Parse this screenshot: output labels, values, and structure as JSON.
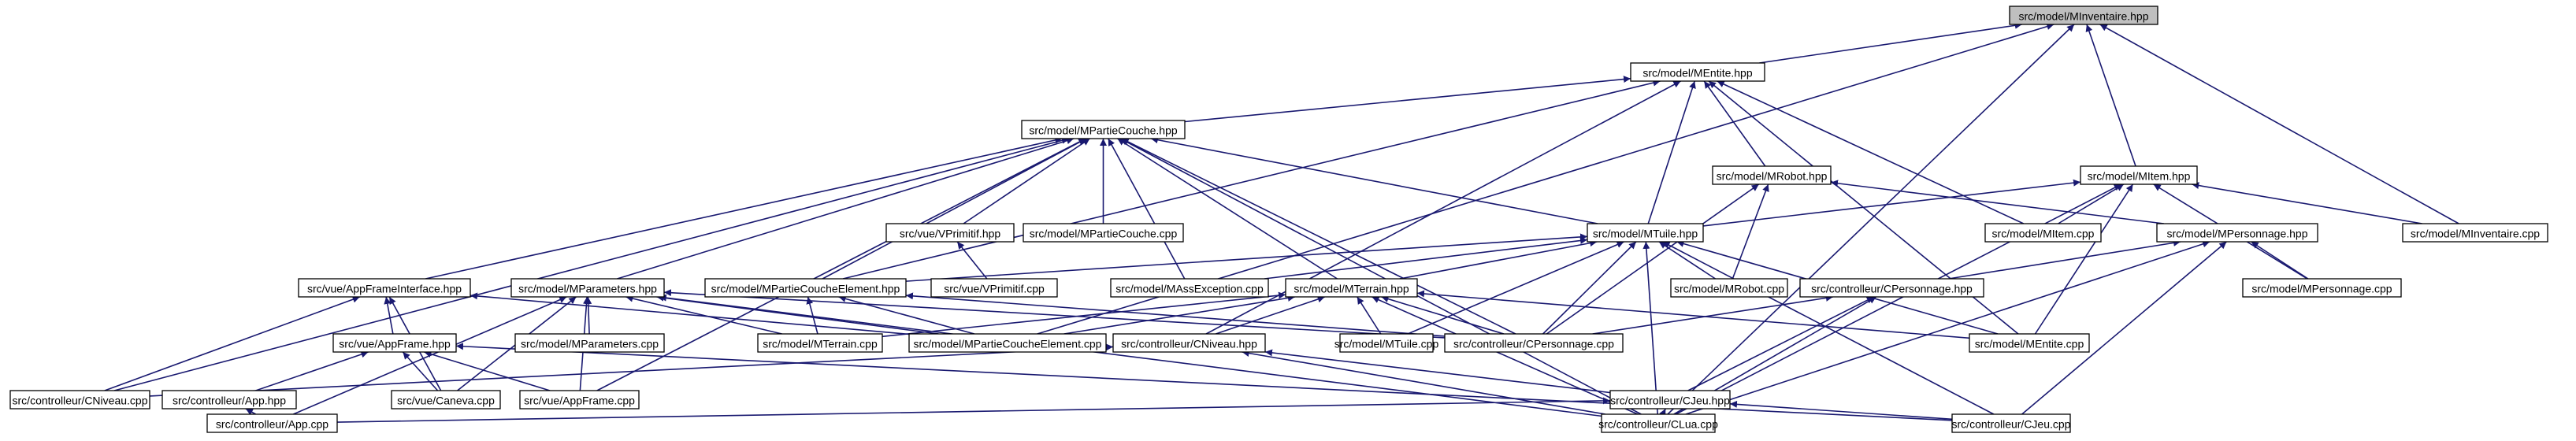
{
  "graph": {
    "focus_node": "n_minventaire_hpp",
    "edge_color": "#191970",
    "focus_fill": "#bfbfbf",
    "nodes": [
      {
        "id": "n_minventaire_hpp",
        "label": "src/model/MInventaire.hpp"
      },
      {
        "id": "n_mentite_hpp",
        "label": "src/model/MEntite.hpp"
      },
      {
        "id": "n_mitem_hpp",
        "label": "src/model/MItem.hpp"
      },
      {
        "id": "n_mpartiecouche_hpp",
        "label": "src/model/MPartieCouche.hpp"
      },
      {
        "id": "n_mrobot_hpp",
        "label": "src/model/MRobot.hpp"
      },
      {
        "id": "n_vprimitif_hpp",
        "label": "src/vue/VPrimitif.hpp"
      },
      {
        "id": "n_mpartiecouche_cpp",
        "label": "src/model/MPartieCouche.cpp"
      },
      {
        "id": "n_mtuile_hpp",
        "label": "src/model/MTuile.hpp"
      },
      {
        "id": "n_mitem_cpp",
        "label": "src/model/MItem.cpp"
      },
      {
        "id": "n_mpersonnage_hpp",
        "label": "src/model/MPersonnage.hpp"
      },
      {
        "id": "n_minventaire_cpp",
        "label": "src/model/MInventaire.cpp"
      },
      {
        "id": "n_appframeinterface_hpp",
        "label": "src/vue/AppFrameInterface.hpp"
      },
      {
        "id": "n_mparameters_hpp",
        "label": "src/model/MParameters.hpp"
      },
      {
        "id": "n_mpartiecoucheelement_hpp",
        "label": "src/model/MPartieCoucheElement.hpp"
      },
      {
        "id": "n_vprimitif_cpp",
        "label": "src/vue/VPrimitif.cpp"
      },
      {
        "id": "n_massexception_cpp",
        "label": "src/model/MAssException.cpp"
      },
      {
        "id": "n_mterrain_hpp",
        "label": "src/model/MTerrain.hpp"
      },
      {
        "id": "n_mrobot_cpp",
        "label": "src/model/MRobot.cpp"
      },
      {
        "id": "n_cpersonnage_hpp",
        "label": "src/controlleur/CPersonnage.hpp"
      },
      {
        "id": "n_mpersonnage_cpp",
        "label": "src/model/MPersonnage.cpp"
      },
      {
        "id": "n_appframe_hpp",
        "label": "src/vue/AppFrame.hpp"
      },
      {
        "id": "n_mparameters_cpp",
        "label": "src/model/MParameters.cpp"
      },
      {
        "id": "n_mterrain_cpp",
        "label": "src/model/MTerrain.cpp"
      },
      {
        "id": "n_mpartiecoucheelement_cpp",
        "label": "src/model/MPartieCoucheElement.cpp"
      },
      {
        "id": "n_cniveau_hpp",
        "label": "src/controlleur/CNiveau.hpp"
      },
      {
        "id": "n_mtuile_cpp",
        "label": "src/model/MTuile.cpp"
      },
      {
        "id": "n_cpersonnage_cpp",
        "label": "src/controlleur/CPersonnage.cpp"
      },
      {
        "id": "n_mentite_cpp",
        "label": "src/model/MEntite.cpp"
      },
      {
        "id": "n_cniveau_cpp",
        "label": "src/controlleur/CNiveau.cpp"
      },
      {
        "id": "n_app_hpp",
        "label": "src/controlleur/App.hpp"
      },
      {
        "id": "n_caneva_cpp",
        "label": "src/vue/Caneva.cpp"
      },
      {
        "id": "n_appframe_cpp",
        "label": "src/vue/AppFrame.cpp"
      },
      {
        "id": "n_cjeu_hpp",
        "label": "src/controlleur/CJeu.hpp"
      },
      {
        "id": "n_app_cpp",
        "label": "src/controlleur/App.cpp"
      },
      {
        "id": "n_clua_cpp",
        "label": "src/controlleur/CLua.cpp"
      },
      {
        "id": "n_cjeu_cpp",
        "label": "src/controlleur/CJeu.cpp"
      }
    ],
    "edges": [
      [
        "n_minventaire_hpp",
        "n_mentite_hpp"
      ],
      [
        "n_minventaire_hpp",
        "n_mitem_hpp"
      ],
      [
        "n_minventaire_hpp",
        "n_minventaire_cpp"
      ],
      [
        "n_minventaire_hpp",
        "n_mpartiecoucheelement_cpp"
      ],
      [
        "n_minventaire_hpp",
        "n_clua_cpp"
      ],
      [
        "n_mentite_hpp",
        "n_mpartiecouche_hpp"
      ],
      [
        "n_mentite_hpp",
        "n_mrobot_hpp"
      ],
      [
        "n_mentite_hpp",
        "n_mtuile_hpp"
      ],
      [
        "n_mentite_hpp",
        "n_mitem_cpp"
      ],
      [
        "n_mentite_hpp",
        "n_mentite_cpp"
      ],
      [
        "n_mentite_hpp",
        "n_mpartiecoucheelement_hpp"
      ],
      [
        "n_mentite_hpp",
        "n_cniveau_hpp"
      ],
      [
        "n_mitem_hpp",
        "n_mtuile_hpp"
      ],
      [
        "n_mitem_hpp",
        "n_mitem_cpp"
      ],
      [
        "n_mitem_hpp",
        "n_mpersonnage_cpp"
      ],
      [
        "n_mitem_hpp",
        "n_minventaire_cpp"
      ],
      [
        "n_mitem_hpp",
        "n_mentite_cpp"
      ],
      [
        "n_mitem_hpp",
        "n_clua_cpp"
      ],
      [
        "n_mpartiecouche_hpp",
        "n_appframeinterface_hpp"
      ],
      [
        "n_mpartiecouche_hpp",
        "n_mparameters_hpp"
      ],
      [
        "n_mpartiecouche_hpp",
        "n_mpartiecoucheelement_hpp"
      ],
      [
        "n_mpartiecouche_hpp",
        "n_vprimitif_hpp"
      ],
      [
        "n_mpartiecouche_hpp",
        "n_mpartiecouche_cpp"
      ],
      [
        "n_mpartiecouche_hpp",
        "n_massexception_cpp"
      ],
      [
        "n_mpartiecouche_hpp",
        "n_mtuile_hpp"
      ],
      [
        "n_mpartiecouche_hpp",
        "n_mterrain_hpp"
      ],
      [
        "n_mpartiecouche_hpp",
        "n_cniveau_cpp"
      ],
      [
        "n_mpartiecouche_hpp",
        "n_appframe_cpp"
      ],
      [
        "n_mpartiecouche_hpp",
        "n_cpersonnage_cpp"
      ],
      [
        "n_mpartiecouche_hpp",
        "n_clua_cpp"
      ],
      [
        "n_mrobot_hpp",
        "n_mpersonnage_hpp"
      ],
      [
        "n_mrobot_hpp",
        "n_mrobot_cpp"
      ],
      [
        "n_mrobot_hpp",
        "n_cpersonnage_cpp"
      ],
      [
        "n_vprimitif_hpp",
        "n_vprimitif_cpp"
      ],
      [
        "n_mtuile_hpp",
        "n_mpartiecoucheelement_hpp"
      ],
      [
        "n_mtuile_hpp",
        "n_massexception_cpp"
      ],
      [
        "n_mtuile_hpp",
        "n_mterrain_hpp"
      ],
      [
        "n_mtuile_hpp",
        "n_mrobot_cpp"
      ],
      [
        "n_mtuile_hpp",
        "n_mtuile_cpp"
      ],
      [
        "n_mtuile_hpp",
        "n_cpersonnage_cpp"
      ],
      [
        "n_mtuile_hpp",
        "n_mentite_cpp"
      ],
      [
        "n_mtuile_hpp",
        "n_clua_cpp"
      ],
      [
        "n_mtuile_hpp",
        "n_cjeu_cpp"
      ],
      [
        "n_mpersonnage_hpp",
        "n_cpersonnage_hpp"
      ],
      [
        "n_mpersonnage_hpp",
        "n_mpersonnage_cpp"
      ],
      [
        "n_mpersonnage_hpp",
        "n_clua_cpp"
      ],
      [
        "n_mpersonnage_hpp",
        "n_cjeu_cpp"
      ],
      [
        "n_appframeinterface_hpp",
        "n_appframe_hpp"
      ],
      [
        "n_appframeinterface_hpp",
        "n_cniveau_cpp"
      ],
      [
        "n_appframeinterface_hpp",
        "n_caneva_cpp"
      ],
      [
        "n_appframeinterface_hpp",
        "n_mpartiecoucheelement_cpp"
      ],
      [
        "n_mparameters_hpp",
        "n_mparameters_cpp"
      ],
      [
        "n_mparameters_hpp",
        "n_mterrain_cpp"
      ],
      [
        "n_mparameters_hpp",
        "n_mpartiecoucheelement_cpp"
      ],
      [
        "n_mparameters_hpp",
        "n_appframe_cpp"
      ],
      [
        "n_mparameters_hpp",
        "n_caneva_cpp"
      ],
      [
        "n_mparameters_hpp",
        "n_app_cpp"
      ],
      [
        "n_mparameters_hpp",
        "n_clua_cpp"
      ],
      [
        "n_mparameters_hpp",
        "n_cpersonnage_cpp"
      ],
      [
        "n_mpartiecoucheelement_hpp",
        "n_mterrain_cpp"
      ],
      [
        "n_mpartiecoucheelement_hpp",
        "n_mpartiecoucheelement_cpp"
      ],
      [
        "n_mpartiecoucheelement_hpp",
        "n_cpersonnage_cpp"
      ],
      [
        "n_mterrain_hpp",
        "n_mterrain_cpp"
      ],
      [
        "n_mterrain_hpp",
        "n_mpartiecoucheelement_cpp"
      ],
      [
        "n_mterrain_hpp",
        "n_cniveau_hpp"
      ],
      [
        "n_mterrain_hpp",
        "n_mtuile_cpp"
      ],
      [
        "n_mterrain_hpp",
        "n_cpersonnage_cpp"
      ],
      [
        "n_mterrain_hpp",
        "n_mentite_cpp"
      ],
      [
        "n_mterrain_hpp",
        "n_clua_cpp"
      ],
      [
        "n_cpersonnage_hpp",
        "n_cpersonnage_cpp"
      ],
      [
        "n_cpersonnage_hpp",
        "n_cjeu_hpp"
      ],
      [
        "n_cpersonnage_hpp",
        "n_clua_cpp"
      ],
      [
        "n_appframe_hpp",
        "n_caneva_cpp"
      ],
      [
        "n_appframe_hpp",
        "n_appframe_cpp"
      ],
      [
        "n_appframe_hpp",
        "n_app_hpp"
      ],
      [
        "n_appframe_hpp",
        "n_cjeu_cpp"
      ],
      [
        "n_cniveau_hpp",
        "n_cniveau_cpp"
      ],
      [
        "n_cniveau_hpp",
        "n_cjeu_hpp"
      ],
      [
        "n_cniveau_hpp",
        "n_clua_cpp"
      ],
      [
        "n_app_hpp",
        "n_app_cpp"
      ],
      [
        "n_cjeu_hpp",
        "n_app_cpp"
      ],
      [
        "n_cjeu_hpp",
        "n_clua_cpp"
      ],
      [
        "n_cjeu_hpp",
        "n_cjeu_cpp"
      ]
    ]
  }
}
